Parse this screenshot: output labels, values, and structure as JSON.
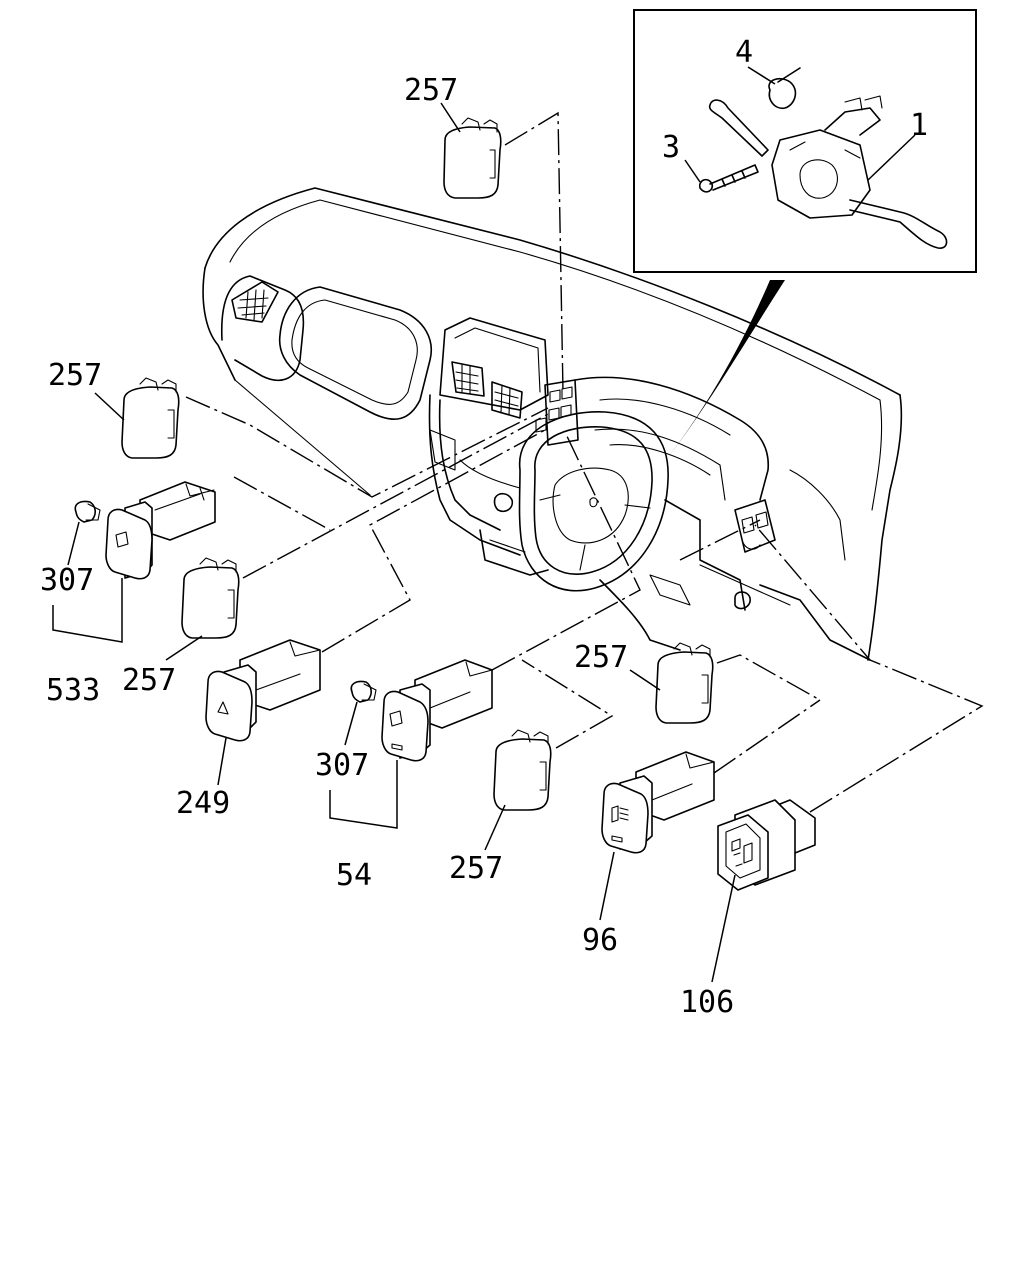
{
  "inset_callouts": {
    "combination_switch": "1",
    "screw": "3",
    "clip": "4"
  },
  "callouts": {
    "lid_top": "257",
    "lid_left": "257",
    "clip_left": "307",
    "switch_left": "533",
    "lid_mid": "257",
    "hazard_switch": "249",
    "clip_mid": "307",
    "switch_mid": "54",
    "lid_lower": "257",
    "lid_right": "257",
    "fog_switch": "96",
    "square_switch": "106"
  },
  "icons": {
    "hazard": "hazard-triangle-icon",
    "mirror": "mirror-defog-icon",
    "fog": "fog-lamp-icon",
    "square": "power-outlet-icon"
  }
}
